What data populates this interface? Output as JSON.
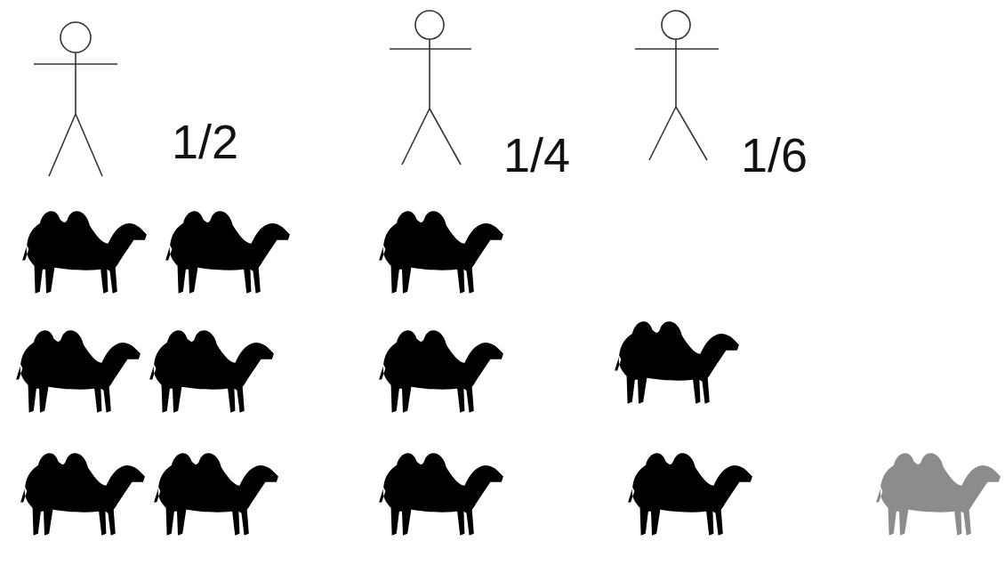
{
  "diagram": {
    "labels": [
      "1/2",
      "1/4",
      "1/6"
    ]
  }
}
